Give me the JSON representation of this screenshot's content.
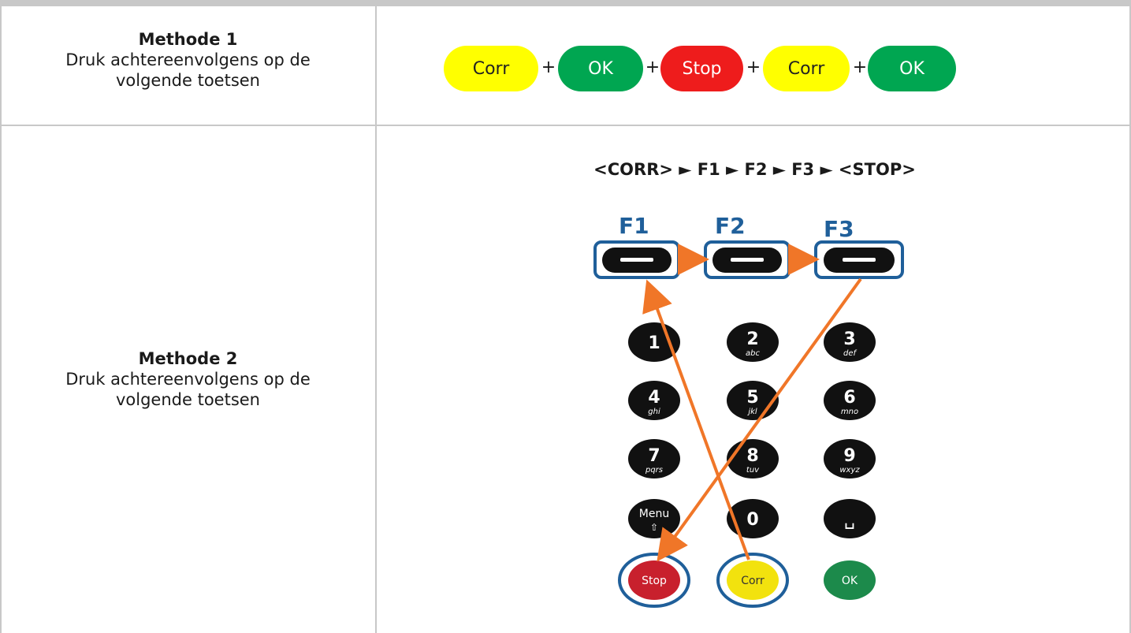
{
  "method1": {
    "title": "Methode 1",
    "desc_line1": "Druk achtereenvolgens op de",
    "desc_line2": "volgende toetsen",
    "keys": [
      {
        "label": "Corr",
        "color": "#ffff00"
      },
      {
        "label": "OK",
        "color": "#00a651"
      },
      {
        "label": "Stop",
        "color": "#ee1c1c"
      },
      {
        "label": "Corr",
        "color": "#ffff00"
      },
      {
        "label": "OK",
        "color": "#00a651"
      }
    ],
    "plus": "+"
  },
  "method2": {
    "title": "Methode 2",
    "desc_line1": "Druk achtereenvolgens op de",
    "desc_line2": "volgende toetsen",
    "sequence": "<CORR> ► F1 ► F2 ► F3 ► <STOP>",
    "fkeys": [
      "F1",
      "F2",
      "F3"
    ],
    "digits": [
      {
        "main": "1",
        "sub": ""
      },
      {
        "main": "2",
        "sub": "abc"
      },
      {
        "main": "3",
        "sub": "def"
      },
      {
        "main": "4",
        "sub": "ghi"
      },
      {
        "main": "5",
        "sub": "jkl"
      },
      {
        "main": "6",
        "sub": "mno"
      },
      {
        "main": "7",
        "sub": "pqrs"
      },
      {
        "main": "8",
        "sub": "tuv"
      },
      {
        "main": "9",
        "sub": "wxyz"
      }
    ],
    "menu": {
      "main": "Menu",
      "sub": "⇧"
    },
    "zero": "0",
    "space_symbol": "␣",
    "stop": "Stop",
    "corr": "Corr",
    "ok": "OK",
    "colors": {
      "frame": "#1f5f9a",
      "arrow": "#f07628",
      "key": "#111111",
      "stop": "#c8202d",
      "corr": "#f2e20e",
      "ok": "#1c8a4b"
    }
  }
}
